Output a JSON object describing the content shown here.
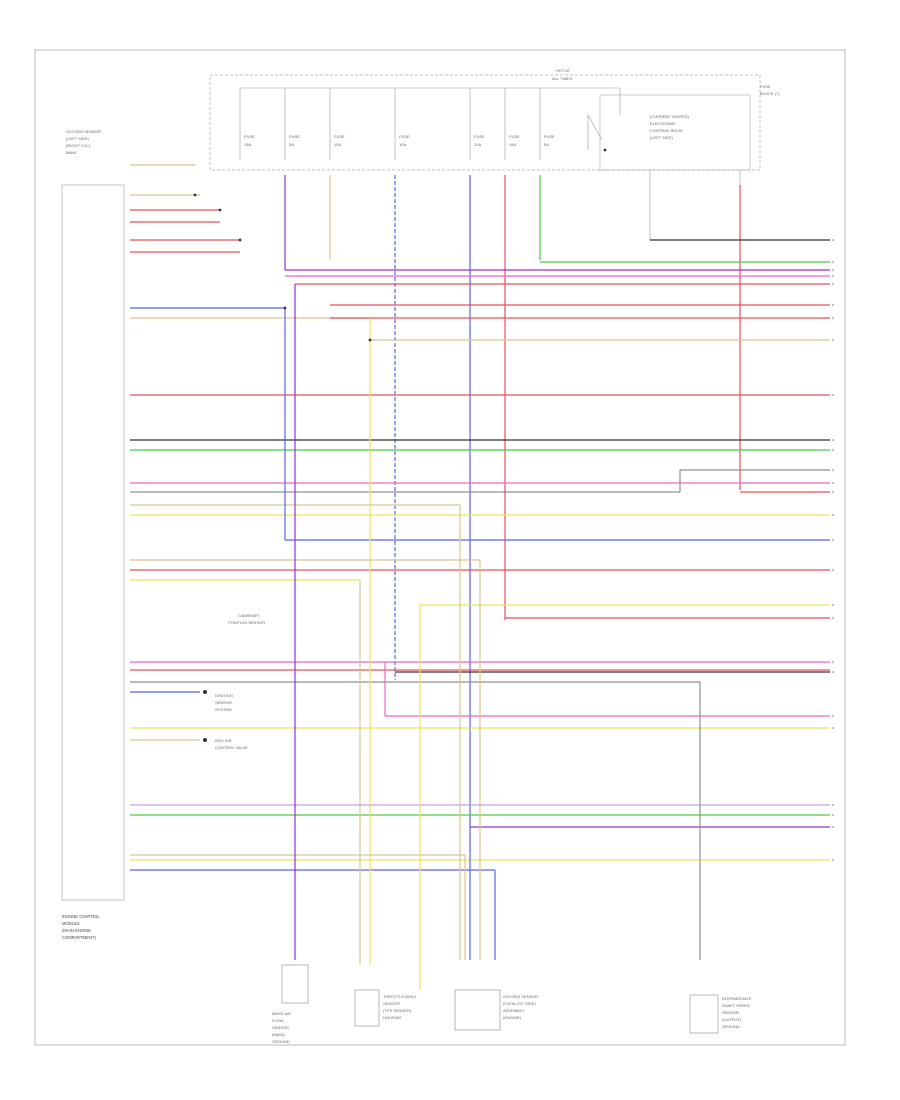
{
  "page_code": "",
  "frame": {
    "ecm_label": [
      "ENGINE CONTROL",
      "MODULE",
      "(MAIN ENGINE",
      "COMPARTMENT)"
    ]
  },
  "top_labels": {
    "fuse_block": [
      "HOT AT",
      "ALL TIMES"
    ],
    "relay_block": [
      "FUSE",
      "BLOCK (?)"
    ],
    "relay_box": [
      "(CURRENT LIMITED)",
      "ELECTRONIC",
      "CONTROL RELAY",
      "(LEFT SIDE)"
    ],
    "left_component": [
      "OXYGEN SENSOR",
      "(LEFT SIDE)",
      "(RIGHT CYL)",
      "BANK"
    ]
  },
  "fuses": [
    {
      "name": "FUSE",
      "value": "15A"
    },
    {
      "name": "FUSE",
      "value": "5A"
    },
    {
      "name": "FUSE",
      "value": "15A"
    },
    {
      "name": "FUSE",
      "value": "10A"
    },
    {
      "name": "FUSE",
      "value": "10A"
    },
    {
      "name": "FUSE",
      "value": "15A"
    },
    {
      "name": "FUSE",
      "value": "5A"
    }
  ],
  "mid_labels": {
    "position_sensor": [
      "CAMSHAFT",
      "POSITION SENSOR"
    ],
    "sensor_a": [
      "IGNITION",
      "SENSOR",
      "SYSTEM"
    ],
    "sensor_b": [
      "IDLE AIR",
      "CONTROL VALVE"
    ]
  },
  "bottom_components": [
    {
      "lines": [
        "MASS AIR",
        "FLOW",
        "SENSOR",
        "(MAIN)",
        "GROUND"
      ]
    },
    {
      "lines": [
        "THROTTLE BODY",
        "SENSOR",
        "(TPS SENSOR)",
        "HOUSING"
      ]
    },
    {
      "lines": [
        "OXYGEN SENSOR",
        "(CATALYST SIDE)",
        "ASSEMBLY",
        "(ENGINE)"
      ]
    },
    {
      "lines": [
        "INTERMEDIATE",
        "SHAFT SPEED",
        "SENSOR",
        "(OUTPUT)",
        "GROUND"
      ]
    }
  ],
  "wire_colors": {
    "red": "#e8505a",
    "pink": "#ee66c8",
    "purple": "#9b30c8",
    "blue": "#5566ee",
    "yellow": "#efe35a",
    "green": "#4ccc44",
    "gray": "#909090",
    "dark": "#333333",
    "tan": "#d8c890",
    "violet": "#c8a0e8"
  }
}
